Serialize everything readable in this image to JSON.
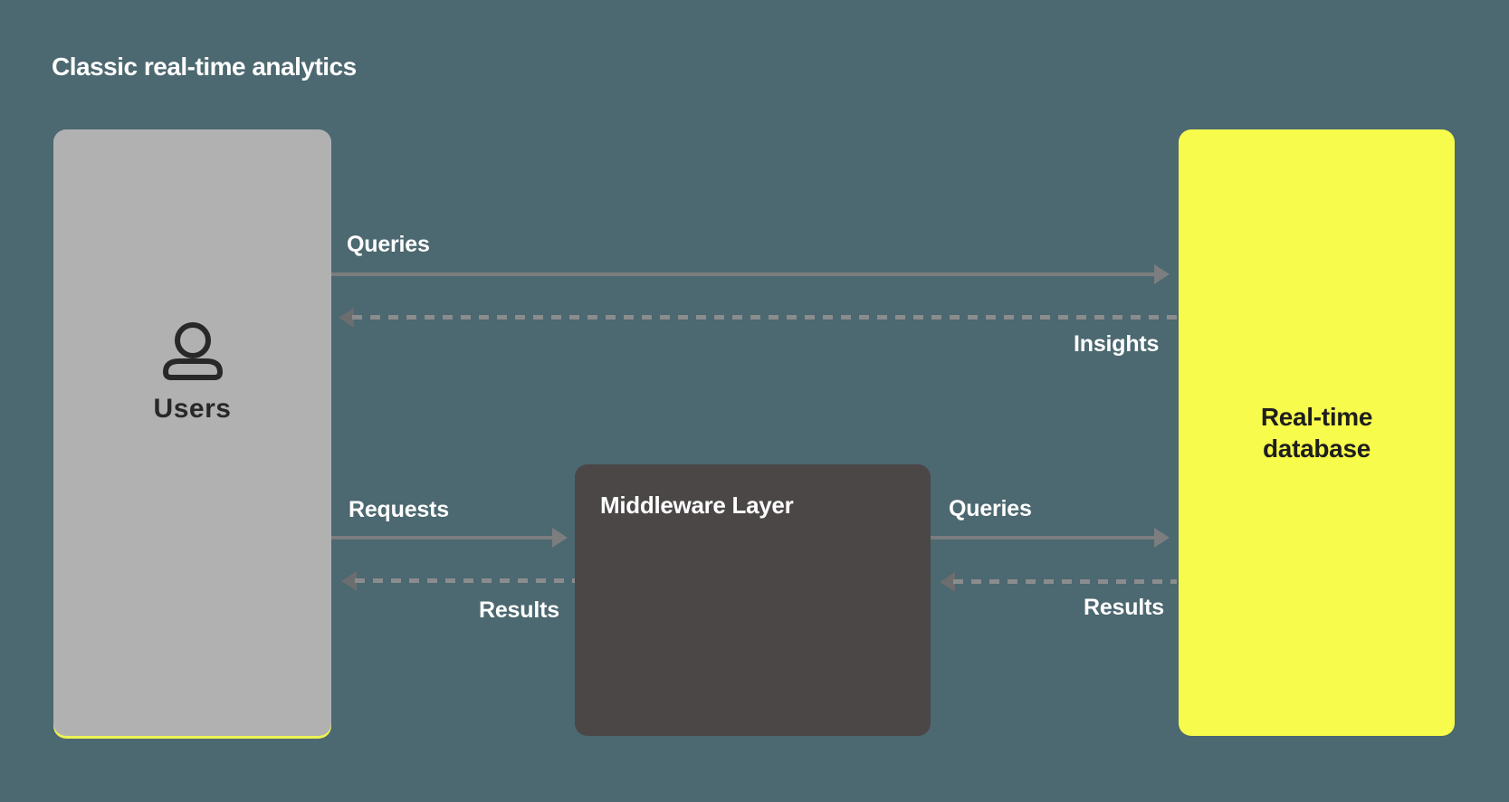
{
  "title": "Classic real-time analytics",
  "nodes": {
    "users": {
      "label": "Users",
      "icon": "person-icon",
      "fill_color": "#B1B1B1",
      "text_color": "#282828",
      "accent_underline_color": "#EEF353"
    },
    "middleware": {
      "label": "Middleware Layer",
      "fill_color": "#4B4747",
      "text_color": "#FFFFFF"
    },
    "database": {
      "label": "Real-time database",
      "fill_color": "#F7FB4B",
      "text_color": "#1E1E1E"
    }
  },
  "edges": [
    {
      "from": "users",
      "to": "database",
      "label": "Queries",
      "style": "solid",
      "direction": "right"
    },
    {
      "from": "database",
      "to": "users",
      "label": "Insights",
      "style": "dashed",
      "direction": "left"
    },
    {
      "from": "users",
      "to": "middleware",
      "label": "Requests",
      "style": "solid",
      "direction": "right"
    },
    {
      "from": "middleware",
      "to": "users",
      "label": "Results",
      "style": "dashed",
      "direction": "left"
    },
    {
      "from": "middleware",
      "to": "database",
      "label": "Queries",
      "style": "solid",
      "direction": "right"
    },
    {
      "from": "database",
      "to": "middleware",
      "label": "Results",
      "style": "dashed",
      "direction": "left"
    }
  ],
  "colors": {
    "background": "#4C6870",
    "solid_arrow": "#7B7D7F",
    "dashed_arrow": "#8A8C8D",
    "dashed_arrowhead": "#6B6D6E",
    "title_text": "#FFFFFF",
    "edge_label_text": "#FFFFFF"
  }
}
